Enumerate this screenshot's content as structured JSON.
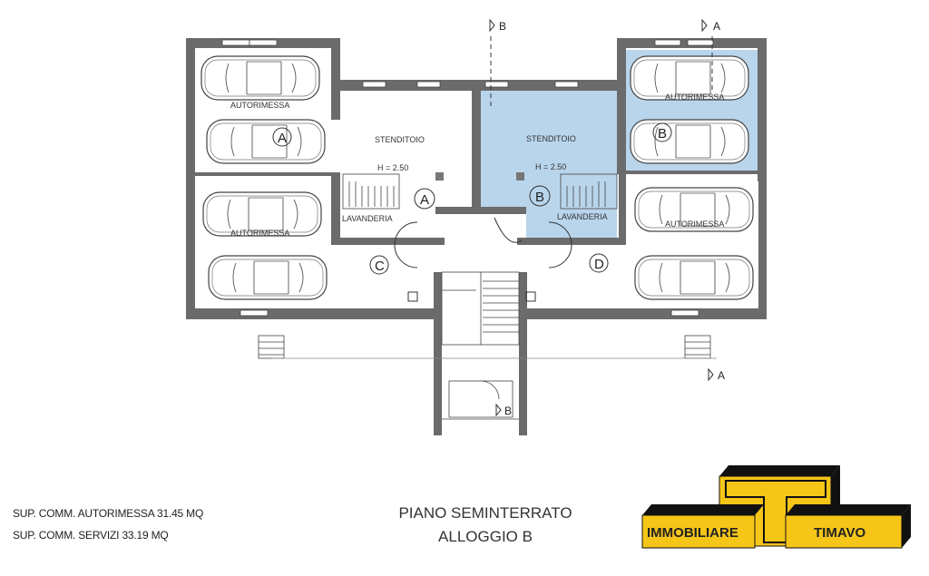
{
  "plan": {
    "rooms": {
      "garage_a_label": "AUTORIMESSA",
      "garage_c_label": "AUTORIMESSA",
      "garage_b_label": "AUTORIMESSA",
      "garage_d_label": "AUTORIMESSA",
      "stenditoio_a": "STENDITOIO",
      "stenditoio_b": "STENDITOIO",
      "height_a": "H = 2.50",
      "height_b": "H = 2.50",
      "lavanderia_a": "LAVANDERIA",
      "lavanderia_b": "LAVANDERIA"
    },
    "unit_markers": {
      "garage_a": "A",
      "unit_a": "A",
      "unit_b": "B",
      "garage_b": "B",
      "unit_c": "C",
      "unit_d": "D"
    },
    "section_markers": {
      "b_top": "B",
      "b_bottom": "B",
      "a_top": "A",
      "a_bottom": "A"
    },
    "highlight_color": "#b9d5ec"
  },
  "footer": {
    "sup_autorimessa": "SUP. COMM. AUTORIMESSA 31.45 MQ",
    "sup_servizi": "SUP. COMM. SERVIZI 33.19 MQ",
    "title_line1": "PIANO SEMINTERRATO",
    "title_line2": "ALLOGGIO B"
  },
  "logo": {
    "left": "IMMOBILIARE",
    "right": "TIMAVO",
    "color": "#f5c518"
  }
}
